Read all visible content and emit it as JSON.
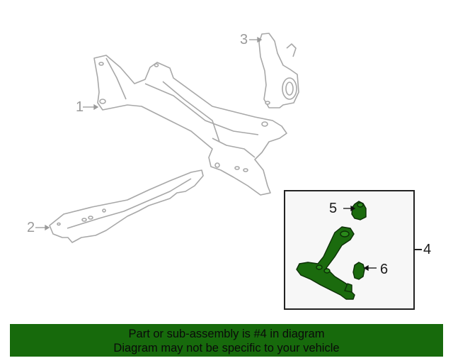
{
  "diagram": {
    "callouts": [
      {
        "number": "1",
        "part": "crossmember"
      },
      {
        "number": "2",
        "part": "reinforcement"
      },
      {
        "number": "3",
        "part": "steering knuckle"
      },
      {
        "number": "4",
        "part": "lower control arm assembly"
      },
      {
        "number": "5",
        "part": "front bushing"
      },
      {
        "number": "6",
        "part": "rear bushing"
      }
    ],
    "highlight_color": "#1b6b0e",
    "line_color": "#9a9a9a"
  },
  "banner": {
    "line1": "Part or sub-assembly is #4 in diagram",
    "line2": "Diagram may not be specific to your vehicle",
    "background": "#176a0c"
  }
}
